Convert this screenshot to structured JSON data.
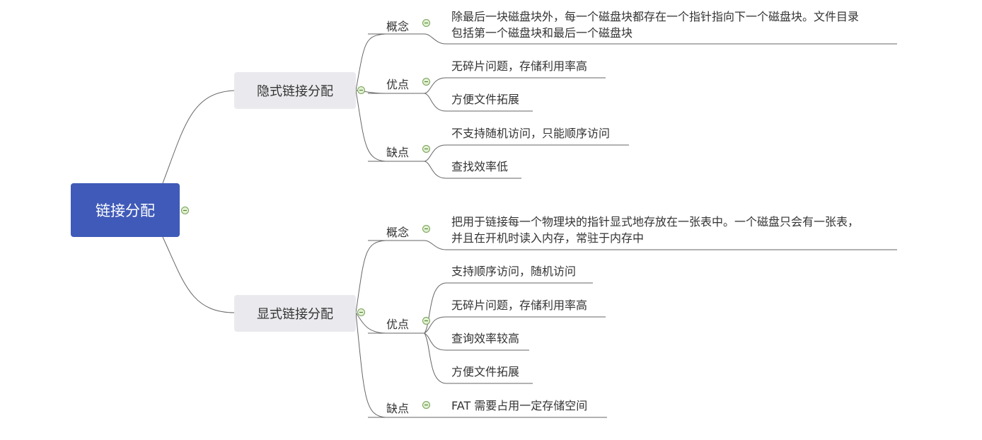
{
  "root": {
    "label": "链接分配"
  },
  "implicit": {
    "label": "隐式链接分配",
    "concept": {
      "label": "概念",
      "text_line1": "除最后一块磁盘块外，每一个磁盘块都存在一个指针指向下一个磁盘块。文件目录",
      "text_line2": "包括第一个磁盘块和最后一个磁盘块"
    },
    "pros": {
      "label": "优点",
      "items": [
        "无碎片问题，存储利用率高",
        "方便文件拓展"
      ]
    },
    "cons": {
      "label": "缺点",
      "items": [
        "不支持随机访问，只能顺序访问",
        "查找效率低"
      ]
    }
  },
  "explicit": {
    "label": "显式链接分配",
    "concept": {
      "label": "概念",
      "text_line1": "把用于链接每一个物理块的指针显式地存放在一张表中。一个磁盘只会有一张表，",
      "text_line2": "并且在开机时读入内存，常驻于内存中"
    },
    "pros": {
      "label": "优点",
      "items": [
        "支持顺序访问，随机访问",
        "无碎片问题，存储利用率高",
        "查询效率较高",
        "方便文件拓展"
      ]
    },
    "cons": {
      "label": "缺点",
      "items": [
        "FAT 需要占用一定存储空间"
      ]
    }
  },
  "colors": {
    "root_fill": "#3f5ab8",
    "topic_fill": "#eaeaee",
    "line": "#666666",
    "collapse_fill": "#dff0cf",
    "collapse_border": "#7aa05a"
  }
}
